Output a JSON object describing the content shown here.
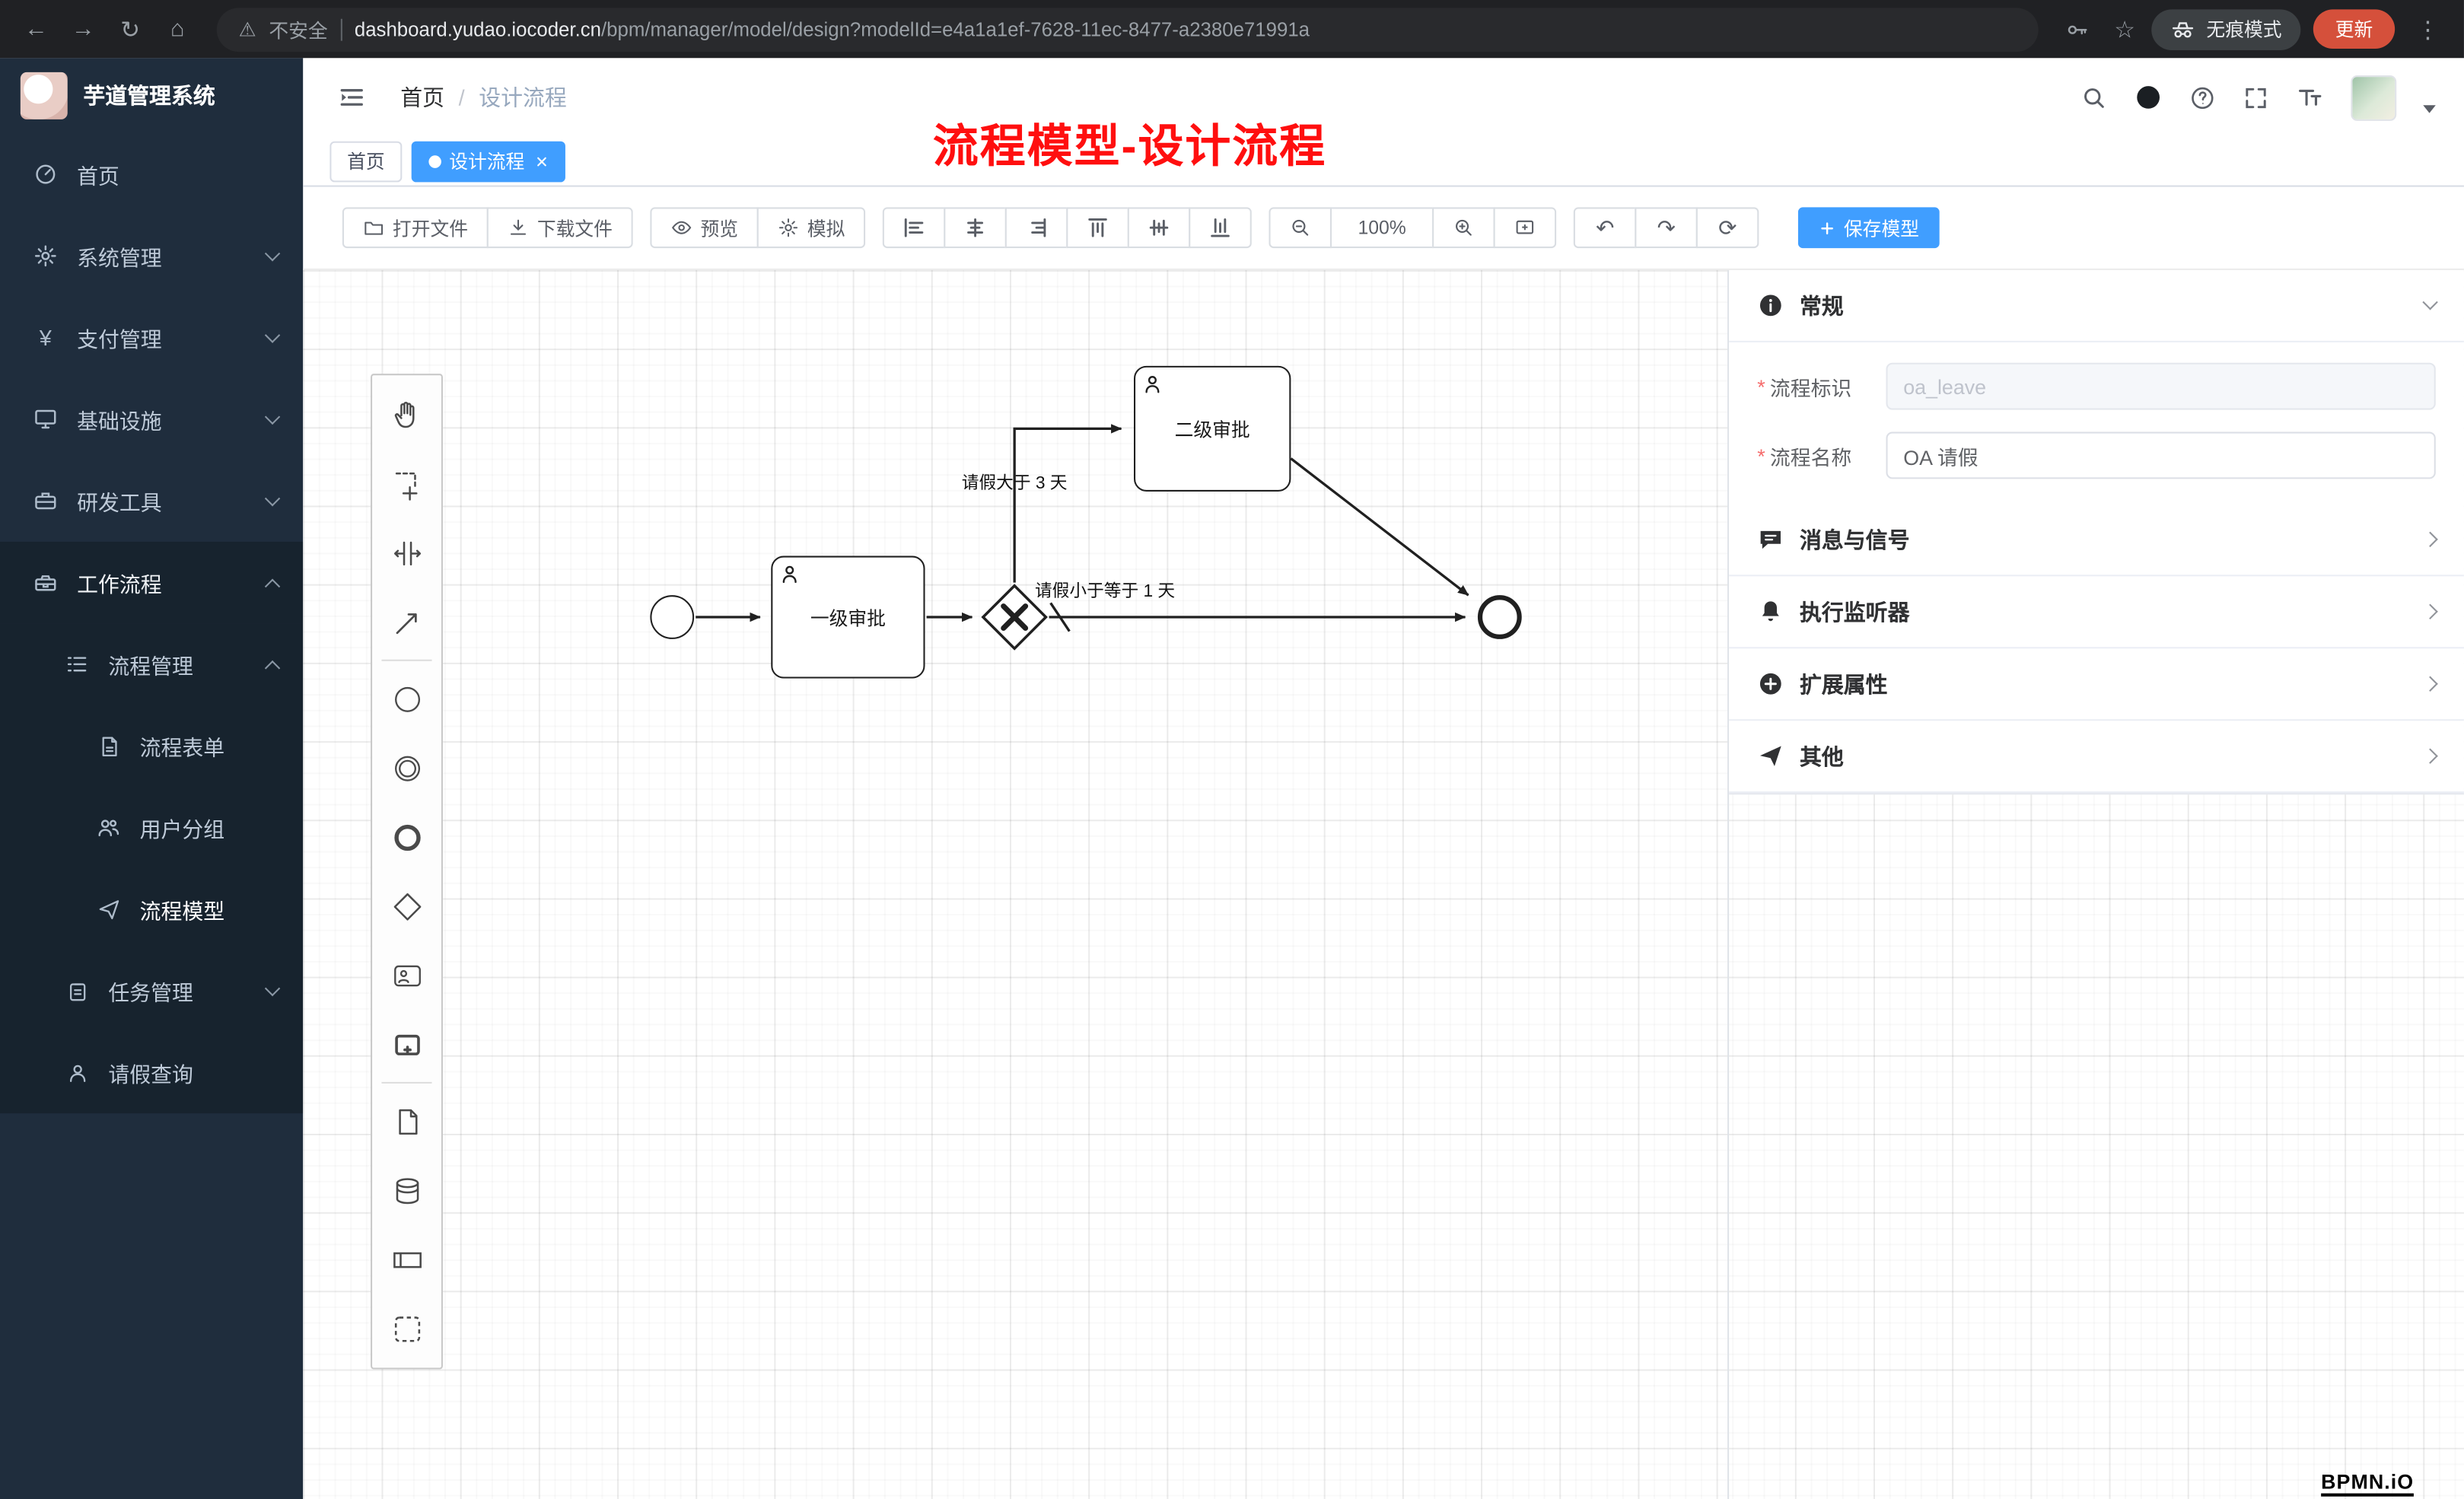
{
  "colors": {
    "primary": "#409eff",
    "annotation_red": "#ff0f0f",
    "sidebar_bg": "#1f2d3d",
    "update_btn": "#d5503b"
  },
  "icons": {
    "back": "←",
    "forward": "→",
    "reload": "↻",
    "home": "⌂",
    "warning": "⚠",
    "star": "☆",
    "menu_dots": "⋮",
    "yen": "¥",
    "undo": "↶",
    "redo": "↷",
    "refresh": "⟳"
  },
  "browser": {
    "security_label": "不安全",
    "url_domain": "dashboard.yudao.iocoder.cn",
    "url_path": "/bpm/manager/model/design?modelId=e4a1a1ef-7628-11ec-8477-a2380e71991a",
    "incognito_label": "无痕模式",
    "update_label": "更新"
  },
  "sidebar": {
    "app_title": "芋道管理系统",
    "items": [
      {
        "label": "首页"
      },
      {
        "label": "系统管理"
      },
      {
        "label": "支付管理"
      },
      {
        "label": "基础设施"
      },
      {
        "label": "研发工具"
      },
      {
        "label": "工作流程"
      },
      {
        "label": "流程管理"
      },
      {
        "label": "流程表单"
      },
      {
        "label": "用户分组"
      },
      {
        "label": "流程模型"
      },
      {
        "label": "任务管理"
      },
      {
        "label": "请假查询"
      }
    ]
  },
  "header": {
    "breadcrumb_home": "首页",
    "breadcrumb_sep": "/",
    "breadcrumb_current": "设计流程",
    "annotation": "流程模型-设计流程"
  },
  "tabs": {
    "home": "首页",
    "active": "设计流程"
  },
  "toolbar": {
    "open_file": "打开文件",
    "download_file": "下载文件",
    "preview": "预览",
    "simulate": "模拟",
    "zoom_level": "100%",
    "save_model": "保存模型"
  },
  "diagram": {
    "task1": "一级审批",
    "task2": "二级审批",
    "label_gt": "请假大于 3 天",
    "label_le": "请假小于等于 1 天"
  },
  "panel": {
    "general_title": "常规",
    "required_mark": "*",
    "process_key_label": "流程标识",
    "process_key_value": "oa_leave",
    "process_name_label": "流程名称",
    "process_name_value": "OA 请假",
    "sections": [
      {
        "title": "消息与信号"
      },
      {
        "title": "执行监听器"
      },
      {
        "title": "扩展属性"
      },
      {
        "title": "其他"
      }
    ]
  },
  "watermark": "BPMN.iO"
}
